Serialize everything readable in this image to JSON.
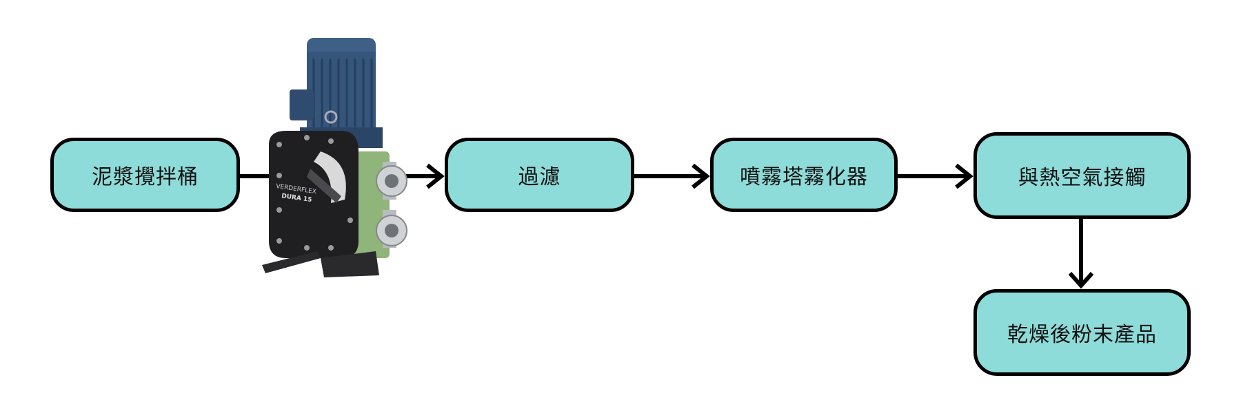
{
  "colors": {
    "node_fill": "#8edcda",
    "node_border": "#000000",
    "arrow": "#000000"
  },
  "nodes": {
    "tank": "泥漿攪拌桶",
    "filter": "過濾",
    "atomizer": "噴霧塔霧化器",
    "contact": "與熱空氣接觸",
    "product": "乾燥後粉末產品"
  },
  "pump": {
    "icon": "peristaltic-pump-image",
    "label_line1": "VERDERFLEX",
    "label_line2": "DURA 15"
  }
}
